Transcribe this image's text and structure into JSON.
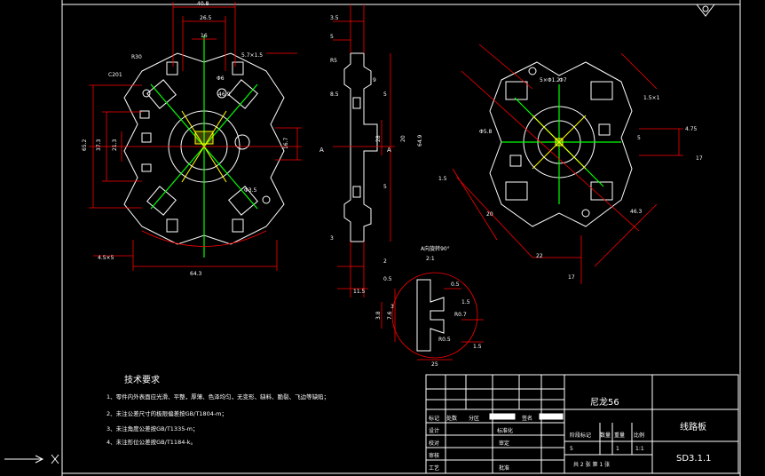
{
  "requirements": {
    "title": "技术要求",
    "items": [
      "1、零件内外表面应光滑、平整，厚薄、色泽均匀，无变形、缺料、脆裂、飞边等缺陷；",
      "2、未注公差尺寸的极限偏差按GB/T1804-m；",
      "3、未注角度公差按GB/T1335-m；",
      "4、未注形位公差按GB/T1184-k。"
    ]
  },
  "title_block": {
    "material": "尼龙56",
    "part_name": "线路板",
    "drawing_no": "SD3.1.1",
    "row_labels": [
      "标记",
      "处数",
      "分区",
      "签名",
      "设计",
      "标准化",
      "校对",
      "审定",
      "审核",
      "工艺",
      "批准"
    ],
    "stage_label": "阶段标记",
    "weight_label": "数量",
    "mass_label": "重量",
    "scale_label": "比例",
    "qty": "5",
    "weight": "1",
    "scale": "1:1",
    "sheet_info": "共 2 张    第 1 张"
  },
  "views": {
    "section_label_left": "A",
    "section_label_right": "A",
    "detail_label": "A向旋转90°",
    "detail_scale": "2:1"
  },
  "dims": {
    "front": [
      "40.8",
      "26.5",
      "16",
      "5.7×1.5",
      "R30",
      "46.9",
      "65.2",
      "37.3",
      "21.3",
      "4.5×5",
      "64.3",
      "C201",
      "Φ6",
      "Φ3.5",
      "16.7"
    ],
    "side": [
      "3.5",
      "5",
      "R5",
      "9",
      "8.5",
      "5",
      "5",
      "28",
      "20",
      "64.9",
      "3",
      "2",
      "11.5",
      "0.5"
    ],
    "iso": [
      "Φ7",
      "Φ5.8",
      "1.5×1",
      "4.75",
      "17",
      "5",
      "1.5",
      "22",
      "20",
      "46.3",
      "17",
      "5×Φ1.2"
    ],
    "detail": [
      "0.5",
      "1.5",
      "3",
      "3.8",
      "7.6",
      "R0.7",
      "R0.5",
      "1.5",
      "25"
    ]
  },
  "colors": {
    "background": "#000000",
    "border": "#ffffff",
    "part_outline": "#ffffff",
    "centerline": "#ff0000",
    "dimension": "#ff0000",
    "axis_green": "#00ff00",
    "fill_yellow": "#ffff00",
    "text": "#ffffff"
  },
  "icons": {
    "ucs": "ucs-icon",
    "corner": "roughness-mark-icon"
  }
}
